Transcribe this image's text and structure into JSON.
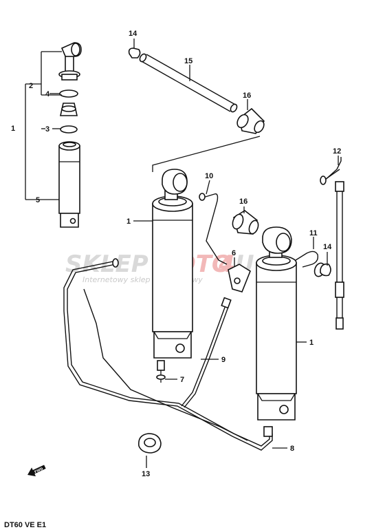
{
  "callouts": {
    "c1_group": "1",
    "c2": "2",
    "c3": "3",
    "c4": "4",
    "c5": "5",
    "c1_left_cyl": "1",
    "c1_right_cyl": "1",
    "c6": "6",
    "c7": "7",
    "c8": "8",
    "c9": "9",
    "c10": "10",
    "c11": "11",
    "c12": "12",
    "c13": "13",
    "c14_top": "14",
    "c14_right": "14",
    "c15": "15",
    "c16_top": "16",
    "c16_mid": "16"
  },
  "watermark": {
    "brand_part1": "SKLEP",
    "brand_part2": "MOTO",
    "brand_part3": "4",
    "brand_part4": "U",
    "tagline": "Internetowy sklep motocyklowy",
    "color_main": "#d9d9d9",
    "color_accent": "#f2b8b8"
  },
  "fwd_arrow": "FWD",
  "footer_code": "DT60 VE E1"
}
